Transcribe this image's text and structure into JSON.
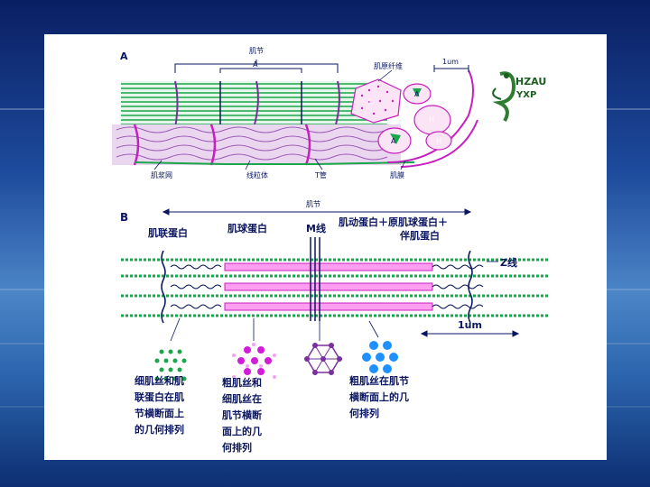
{
  "part_a": {
    "letter": "A",
    "sarcomere_label": "肌节",
    "band_a_label": "A",
    "myofibril_label": "肌原纤维",
    "scale_label": "1um",
    "cross_section_labels": [
      "I",
      "A",
      "H",
      "A",
      "H"
    ],
    "sarcoplasmic_reticulum_label": "肌浆网",
    "mitochondria_label": "线粒体",
    "t_tubule_label": "T管",
    "sarcolemma_label": "肌膜"
  },
  "logo": {
    "text_top": "HZAU",
    "text_bottom": "YXP"
  },
  "part_b": {
    "letter": "B",
    "sarcomere_label": "肌节",
    "nebulin_label": "肌联蛋白",
    "myoglobin_label": "肌球蛋白",
    "m_line_label": "M线",
    "actin_label_line1": "肌动蛋白＋原肌球蛋白＋",
    "actin_label_line2": "伴肌蛋白",
    "z_line_label": "Z线",
    "scale_label": "1um"
  },
  "captions": {
    "thin": [
      "细肌丝和肌",
      "联蛋白在肌",
      "节横断面上",
      "的几何排列"
    ],
    "thick_thin": [
      "粗肌丝和",
      "细肌丝在",
      "肌节横断",
      "面上的几",
      "何排列"
    ],
    "thick": [
      "粗肌丝在肌节",
      "横断面上的几",
      "何排列"
    ]
  },
  "colors": {
    "navy": "#0a1560",
    "green": "#1aa64a",
    "magenta": "#d11cd9",
    "purple": "#7a2f9e",
    "blue": "#1e90ff",
    "lavender": "#c9a3d6"
  }
}
